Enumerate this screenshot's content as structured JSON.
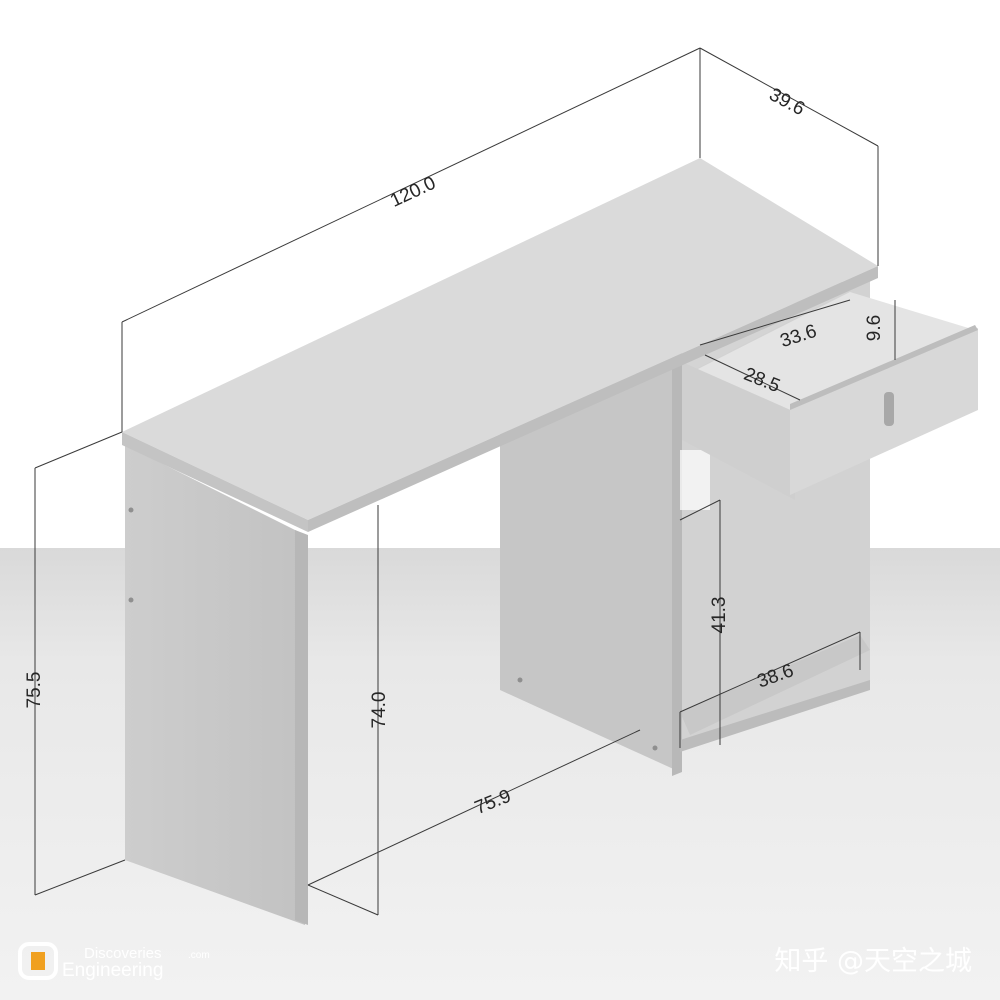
{
  "dimensions": {
    "top_length": "120.0",
    "top_depth": "39.6",
    "drawer_width": "33.6",
    "drawer_height": "9.6",
    "drawer_depth": "28.5",
    "total_height": "75.5",
    "leg_height": "74.0",
    "knee_width": "75.9",
    "shelf_height": "41.3",
    "shelf_width": "38.6"
  },
  "watermarks": {
    "brand_line1": "Discoveries",
    "brand_com": ".com",
    "brand_line2": "Engineering",
    "credit": "知乎 @天空之城"
  },
  "colors": {
    "background_top": "#ffffff",
    "floor": "#e9e9e9",
    "desk_light": "#d9d9d9",
    "desk_mid": "#cfcfcf",
    "desk_dark": "#bdbdbd",
    "dimension_line": "#3a3a3a"
  }
}
